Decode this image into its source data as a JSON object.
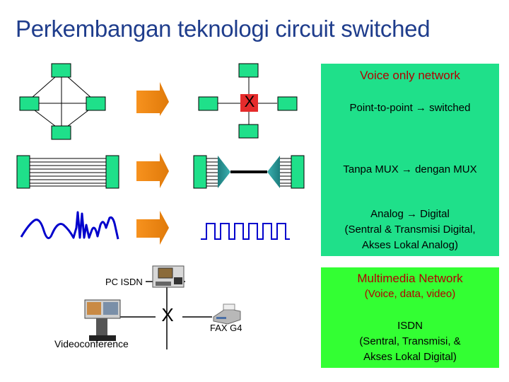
{
  "title": "Perkembangan teknologi circuit switched",
  "voice_panel": {
    "heading": "Voice only network",
    "line1": "Point-to-point → switched",
    "line2": "Tanpa MUX → dengan MUX",
    "line3a": "Analog → Digital",
    "line3b": "(Sentral & Transmisi Digital,",
    "line3c": "Akses Lokal Analog)"
  },
  "multimedia_panel": {
    "heading": "Multimedia Network",
    "sub": "(Voice, data, video)",
    "isdn1": "ISDN",
    "isdn2": "(Sentral, Transmisi, &",
    "isdn3": "Akses Lokal Digital)"
  },
  "diagram": {
    "switch_mark": "X",
    "center_mark": "X",
    "pc_isdn_label": "PC ISDN",
    "videoconf_label": "Videoconference",
    "fax_label": "FAX G4"
  },
  "colors": {
    "node": "#1fe08a",
    "arrow": "#f7921e",
    "title": "#1f3d8c",
    "panel_voice": "#1fe08a",
    "panel_multimedia": "#33ff33"
  }
}
